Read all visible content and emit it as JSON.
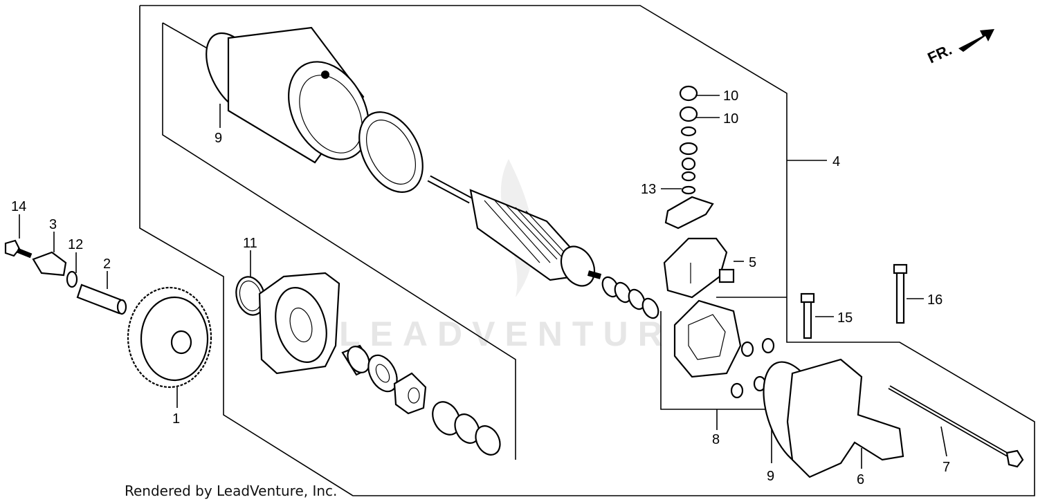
{
  "diagram": {
    "watermark": "LEADVENTURE",
    "direction_label": "FR.",
    "footer": "Rendered by LeadVenture, Inc.",
    "callouts": {
      "c1": "1",
      "c2": "2",
      "c3": "3",
      "c4": "4",
      "c5": "5",
      "c6": "6",
      "c7": "7",
      "c8": "8",
      "c9a": "9",
      "c9b": "9",
      "c10a": "10",
      "c10b": "10",
      "c11": "11",
      "c12": "12",
      "c13": "13",
      "c14": "14",
      "c15": "15",
      "c16": "16"
    }
  }
}
